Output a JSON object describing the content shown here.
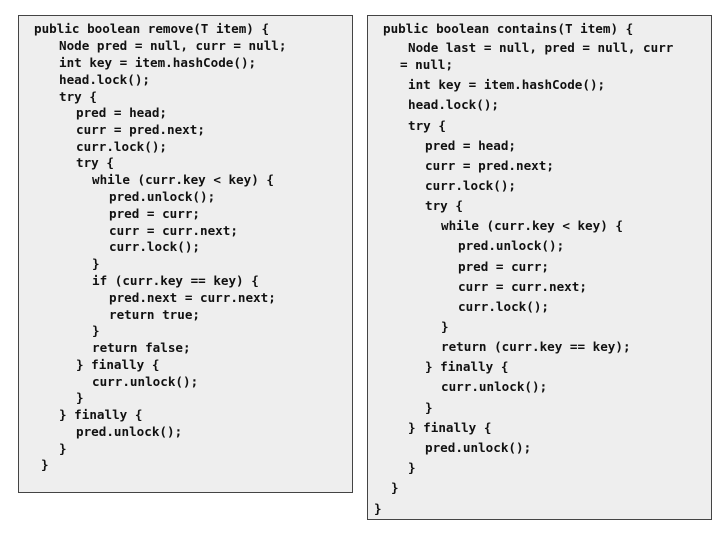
{
  "colors": {
    "background": "#ffffff",
    "box_fill": "#eeeeee",
    "box_border": "#444444",
    "text": "#111111"
  },
  "remove_method": {
    "lines": [
      "public boolean remove(T item) {",
      "Node pred = null, curr = null;",
      "int key = item.hashCode();",
      "head.lock();",
      "try {",
      "pred = head;",
      "curr = pred.next;",
      "curr.lock();",
      "try {",
      "while (curr.key < key) {",
      "pred.unlock();",
      "pred = curr;",
      "curr = curr.next;",
      "curr.lock();",
      "}",
      "if (curr.key == key) {",
      "pred.next = curr.next;",
      "return true;",
      "}",
      "return false;",
      "} finally {",
      "curr.unlock();",
      "}",
      "} finally {",
      "pred.unlock();",
      "}",
      "}"
    ]
  },
  "contains_method": {
    "lines": [
      "public boolean contains(T item) {",
      "Node last = null, pred = null, curr",
      "= null;",
      "int key = item.hashCode();",
      "head.lock();",
      "try {",
      "pred = head;",
      "curr = pred.next;",
      "curr.lock();",
      "try {",
      "while (curr.key < key) {",
      "pred.unlock();",
      "pred = curr;",
      "curr = curr.next;",
      "curr.lock();",
      "}",
      "return (curr.key == key);",
      "} finally {",
      "curr.unlock();",
      "}",
      "} finally {",
      "pred.unlock();",
      "}",
      "}",
      "}"
    ]
  }
}
